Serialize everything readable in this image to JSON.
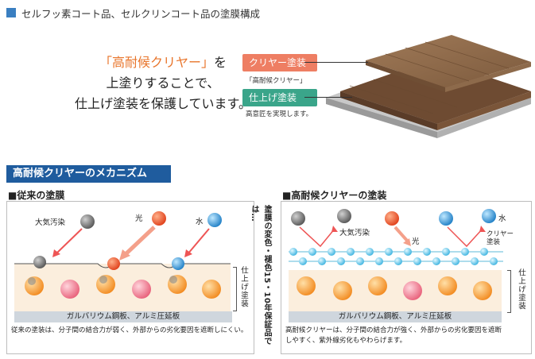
{
  "header": {
    "title": "セルフッ素コート品、セルクリンコート品の塗膜構成"
  },
  "intro": {
    "line1_highlight": "「高耐候クリヤー」",
    "line1_rest": "を",
    "line2": "上塗りすることで、",
    "line3": "仕上げ塗装を保護しています。"
  },
  "coating": {
    "clear_tag": "クリヤー塗装",
    "clear_sub": "「高耐候クリヤー」",
    "finish_tag": "仕上げ塗装",
    "finish_sub": "高意匠を実現します。"
  },
  "mechanism": {
    "section_title": "高耐候クリヤーのメカニズム",
    "left": {
      "heading": "■従来の塗膜",
      "pollution": "大気汚染",
      "light": "光",
      "water": "水",
      "finish_label": "仕上げ塗装",
      "base": "ガルバリウム鋼板、アルミ圧延板",
      "caption": "従来の塗装は、分子間の結合力が弱く、外部からの劣化要因を遮断しにくい。"
    },
    "middle": {
      "note": "塗膜の変色・褪色15・10年保証品では…"
    },
    "right": {
      "heading": "■高耐候クリヤーの塗装",
      "pollution": "大気汚染",
      "light": "光",
      "water": "水",
      "clear_label_1": "クリヤー",
      "clear_label_2": "塗装",
      "finish_label": "仕上げ塗装",
      "base": "ガルバリウム鋼板、アルミ圧延板",
      "caption_1": "高耐候クリヤーは、分子間の結合力が強く、外部からの劣化要因を遮断",
      "caption_2": "しやすく、紫外線劣化もやわらげます。"
    }
  },
  "colors": {
    "accent_blue": "#1f5c9e",
    "orange_text": "#e8742a",
    "clear_tag": "#ee7e63",
    "finish_tag": "#3aa58a"
  }
}
